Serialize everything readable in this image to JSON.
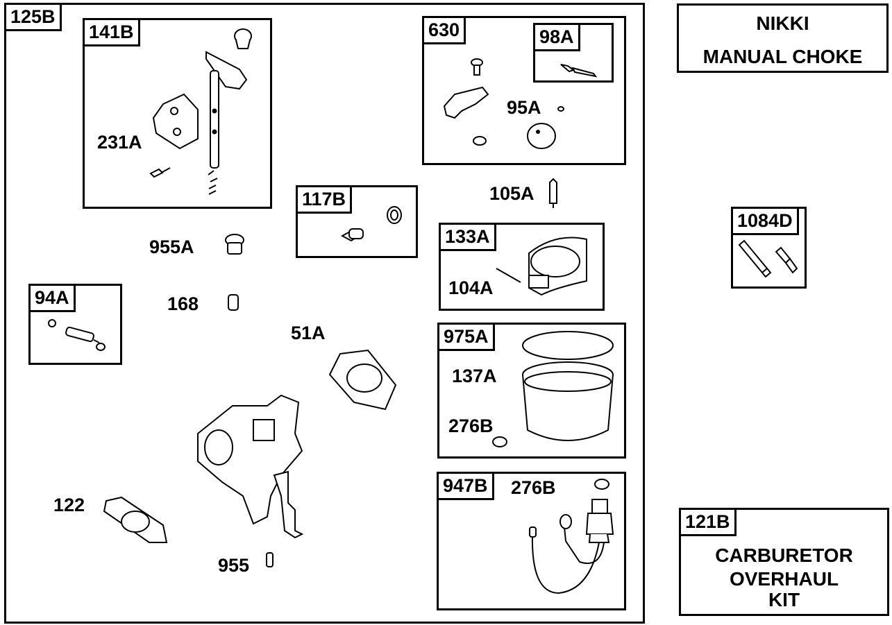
{
  "main_frame": {
    "label": "125B"
  },
  "groups": {
    "g141B": {
      "label": "141B",
      "parts": {
        "p231A": "231A"
      }
    },
    "g630": {
      "label": "630",
      "parts": {
        "p95A": "95A"
      },
      "sub": {
        "g98A": {
          "label": "98A"
        }
      }
    },
    "g117B": {
      "label": "117B"
    },
    "g133A": {
      "label": "133A",
      "parts": {
        "p104A": "104A"
      }
    },
    "g94A": {
      "label": "94A"
    },
    "g975A": {
      "label": "975A",
      "parts": {
        "p137A": "137A",
        "p276B": "276B"
      }
    },
    "g947B": {
      "label": "947B",
      "parts": {
        "p276B": "276B"
      }
    },
    "g1084D": {
      "label": "1084D"
    },
    "g121B": {
      "label": "121B",
      "text_lines": [
        "CARBURETOR",
        "OVERHAUL",
        "KIT"
      ]
    }
  },
  "loose_parts": {
    "p105A": "105A",
    "p955A": "955A",
    "p168": "168",
    "p51A": "51A",
    "p122": "122",
    "p955": "955"
  },
  "title_box": {
    "line1": "NIKKI",
    "line2": "MANUAL CHOKE"
  }
}
